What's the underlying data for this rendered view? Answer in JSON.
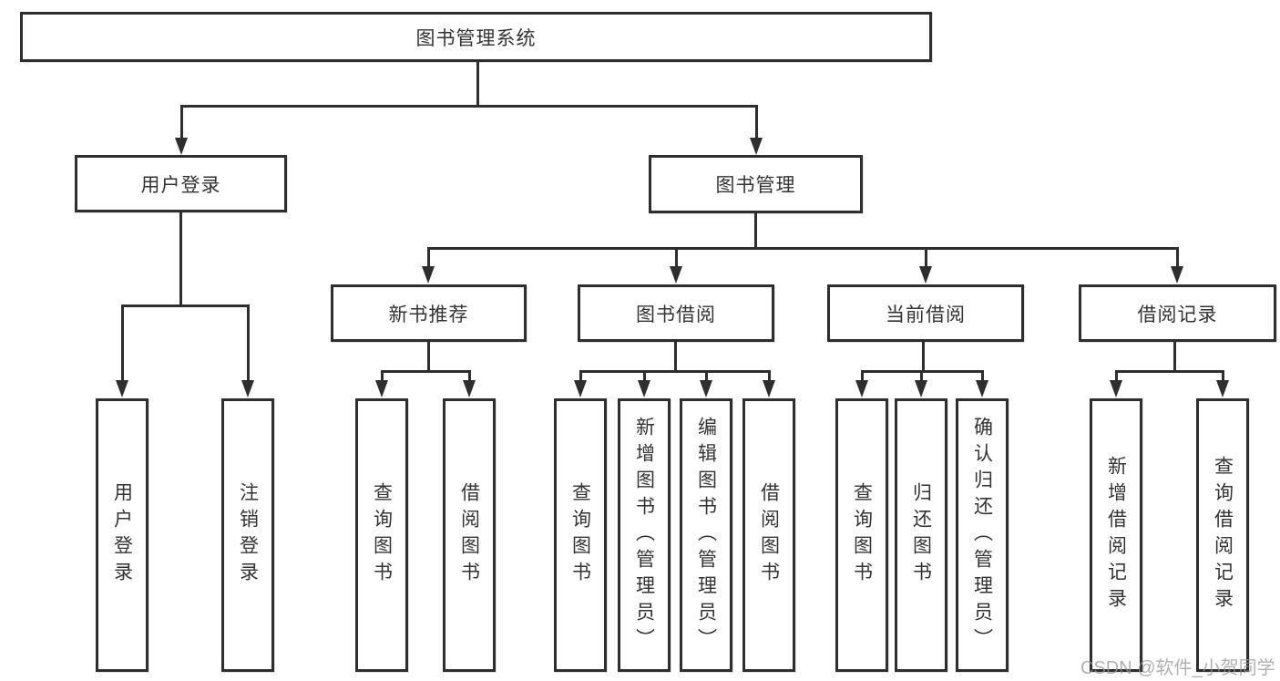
{
  "diagram": {
    "title": "图书管理系统",
    "nodes": {
      "root": "图书管理系统",
      "user_login": "用户登录",
      "book_mgmt": "图书管理",
      "new_book": "新书推荐",
      "borrow": "图书借阅",
      "current": "当前借阅",
      "records": "借阅记录",
      "leaves": {
        "user_login": [
          "用户登录",
          "注销登录"
        ],
        "new_book": [
          "查询图书",
          "借阅图书"
        ],
        "borrow": [
          "查询图书",
          "新增图书（管理员）",
          "编辑图书（管理员）",
          "借阅图书"
        ],
        "current": [
          "查询图书",
          "归还图书",
          "确认归还（管理员）"
        ],
        "records": [
          "新增借阅记录",
          "查询借阅记录"
        ]
      }
    },
    "watermark": "CSDN @软件_小贺同学",
    "colors": {
      "line": "#2e2e2e",
      "box_background": "#ffffff",
      "text": "#333333",
      "watermark": "#969696",
      "page_background": "#ffffff"
    }
  }
}
